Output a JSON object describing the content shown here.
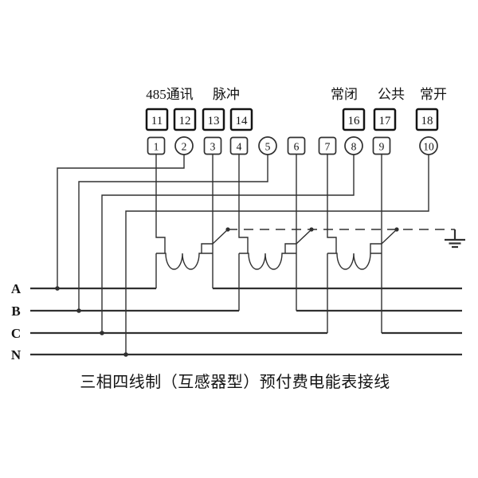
{
  "diagram": {
    "caption": "三相四线制（互感器型）预付费电能表接线",
    "group_labels": [
      {
        "text": "485通讯"
      },
      {
        "text": "脉冲"
      },
      {
        "text": "常闭"
      },
      {
        "text": "公共"
      },
      {
        "text": "常开"
      }
    ],
    "upper_terminals": [
      {
        "label": "11"
      },
      {
        "label": "12"
      },
      {
        "label": "13"
      },
      {
        "label": "14"
      },
      {
        "label": "16"
      },
      {
        "label": "17"
      },
      {
        "label": "18"
      }
    ],
    "lower_terminals": [
      {
        "label": "1",
        "shape": "square"
      },
      {
        "label": "2",
        "shape": "circle"
      },
      {
        "label": "3",
        "shape": "square"
      },
      {
        "label": "4",
        "shape": "square"
      },
      {
        "label": "5",
        "shape": "circle"
      },
      {
        "label": "6",
        "shape": "square"
      },
      {
        "label": "7",
        "shape": "square"
      },
      {
        "label": "8",
        "shape": "circle"
      },
      {
        "label": "9",
        "shape": "square"
      },
      {
        "label": "10",
        "shape": "circle"
      }
    ],
    "bus_labels": [
      {
        "text": "A"
      },
      {
        "text": "B"
      },
      {
        "text": "C"
      },
      {
        "text": "N"
      }
    ],
    "icons": [
      {
        "name": "ct-coil-icon"
      },
      {
        "name": "relay-contact-icon"
      },
      {
        "name": "ground-icon"
      }
    ],
    "colors": {
      "line": "#303030",
      "background": "#ffffff",
      "text": "#141414"
    }
  }
}
